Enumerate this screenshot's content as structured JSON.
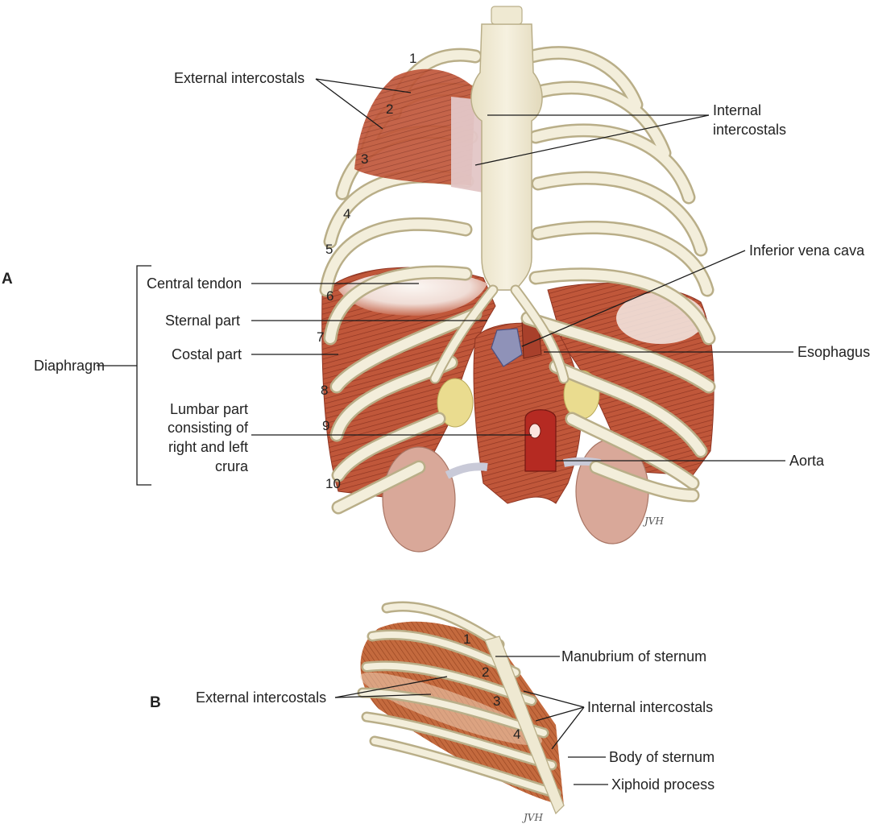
{
  "panel_a": {
    "letter": "A",
    "labels": {
      "external_intercostals": "External intercostals",
      "internal_intercostals_line1": "Internal",
      "internal_intercostals_line2": "intercostals",
      "inferior_vena_cava": "Inferior vena cava",
      "esophagus": "Esophagus",
      "aorta": "Aorta",
      "diaphragm": "Diaphragm",
      "central_tendon": "Central tendon",
      "sternal_part": "Sternal part",
      "costal_part": "Costal part",
      "lumbar_part_line1": "Lumbar part",
      "lumbar_part_line2": "consisting of",
      "lumbar_part_line3": "right and left",
      "lumbar_part_line4": "crura"
    },
    "rib_numbers": [
      "1",
      "2",
      "3",
      "4",
      "5",
      "6",
      "7",
      "8",
      "9",
      "10"
    ],
    "signature": "JVH"
  },
  "panel_b": {
    "letter": "B",
    "labels": {
      "manubrium": "Manubrium of sternum",
      "external_intercostals": "External intercostals",
      "internal_intercostals": "Internal intercostals",
      "body_of_sternum": "Body of sternum",
      "xiphoid_process": "Xiphoid process"
    },
    "rib_numbers": [
      "1",
      "2",
      "3",
      "4"
    ],
    "signature": "JVH"
  },
  "colors": {
    "bone": "#efe9d2",
    "bone_outline": "#b9ae88",
    "muscle": "#c0573a",
    "muscle_dark": "#8f3522",
    "tendon": "#f3ece6",
    "membrane": "#e3c6c6",
    "vein": "#8f92b8",
    "artery": "#b52a22",
    "kidney": "#d9a899",
    "fat": "#eadc8f",
    "leader_line": "#1a1a1a"
  }
}
